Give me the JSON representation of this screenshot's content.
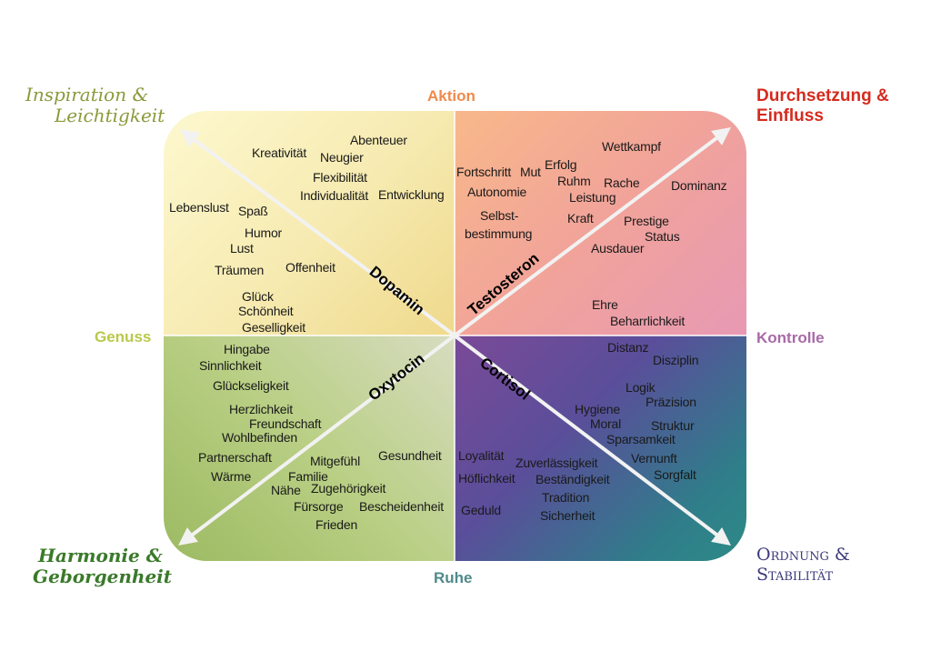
{
  "corners": {
    "top_left": {
      "line1": "Inspiration &",
      "line2": "Leichtigkeit",
      "color": "#8a9a3a"
    },
    "top_right": {
      "line1": "Durchsetzung &",
      "line2": "Einfluss",
      "color": "#d52b1e"
    },
    "bottom_left": {
      "line1": "Harmonie &",
      "line2": "Geborgenheit",
      "color": "#3a7a2a"
    },
    "bottom_right": {
      "line1": "Ordnung &",
      "line2": "Stabilität",
      "color": "#3b3a7a"
    }
  },
  "axes": {
    "top": {
      "label": "Aktion",
      "color": "#f08a4b"
    },
    "bottom": {
      "label": "Ruhe",
      "color": "#4f8a8a"
    },
    "left": {
      "label": "Genuss",
      "color": "#b9c94a"
    },
    "right": {
      "label": "Kontrolle",
      "color": "#a86aa8"
    }
  },
  "hormones": {
    "dopamin": "Dopamin",
    "testosteron": "Testosteron",
    "oxytocin": "Oxytocin",
    "cortisol": "Cortisol"
  },
  "quadrant_colors": {
    "top_left": [
      "#fbf6c4",
      "#f3e6a0"
    ],
    "top_right": [
      "#f7b08e",
      "#eb9aa8"
    ],
    "bottom_left": [
      "#a8c070",
      "#cfdc9a"
    ],
    "bottom_right": [
      "#2f8a88",
      "#6a4a9a"
    ]
  },
  "words": {
    "top_left": [
      "Abenteuer",
      "Kreativität",
      "Neugier",
      "Flexibilität",
      "Individualität",
      "Entwicklung",
      "Lebenslust",
      "Spaß",
      "Humor",
      "Lust",
      "Träumen",
      "Offenheit",
      "Glück",
      "Schönheit",
      "Geselligkeit"
    ],
    "top_right": [
      "Wettkampf",
      "Fortschritt",
      "Mut",
      "Erfolg",
      "Ruhm",
      "Rache",
      "Dominanz",
      "Autonomie",
      "Leistung",
      "Selbst-",
      "bestimmung",
      "Kraft",
      "Prestige",
      "Status",
      "Ausdauer",
      "Ehre",
      "Beharrlichkeit"
    ],
    "bottom_left": [
      "Hingabe",
      "Sinnlichkeit",
      "Glückseligkeit",
      "Herzlichkeit",
      "Freundschaft",
      "Wohlbefinden",
      "Partnerschaft",
      "Mitgefühl",
      "Gesundheit",
      "Wärme",
      "Familie",
      "Nähe",
      "Zugehörigkeit",
      "Fürsorge",
      "Bescheidenheit",
      "Frieden"
    ],
    "bottom_right": [
      "Distanz",
      "Disziplin",
      "Logik",
      "Präzision",
      "Hygiene",
      "Moral",
      "Struktur",
      "Sparsamkeit",
      "Loyalität",
      "Zuverlässigkeit",
      "Vernunft",
      "Höflichkeit",
      "Beständigkeit",
      "Sorgfalt",
      "Tradition",
      "Geduld",
      "Sicherheit"
    ]
  }
}
